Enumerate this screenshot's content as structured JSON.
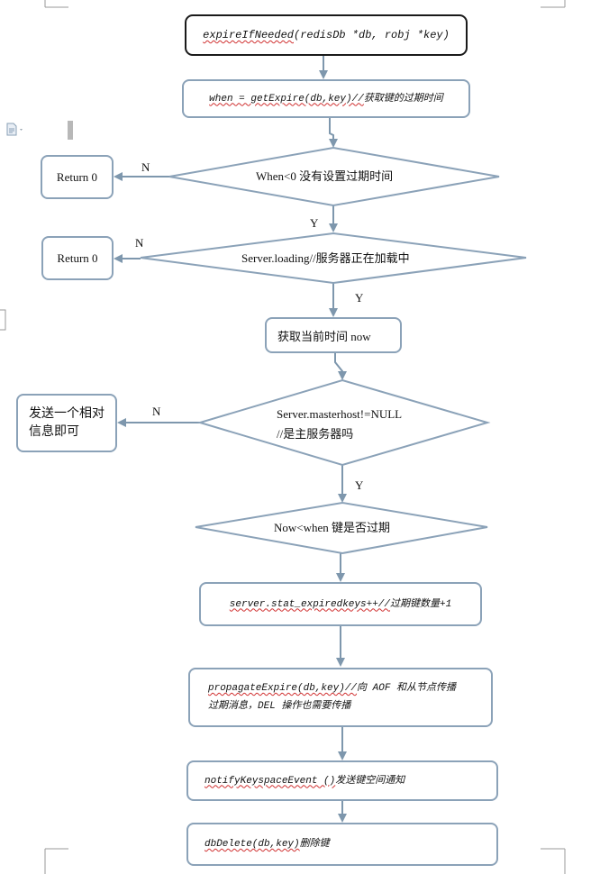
{
  "nodes": {
    "start": {
      "fn": "expireIfNeeded",
      "args": "(redisDb *db, robj *key)"
    },
    "get_expire": {
      "code": "when = getExpire(db,key)//",
      "comment": "获取键的过期时间"
    },
    "d_when": "When<0 没有设置过期时间",
    "return0_a": "Return 0",
    "d_loading": "Server.loading//服务器正在加载中",
    "return0_b": "Return 0",
    "now": "获取当前时间 now",
    "d_master_l1": "Server.masterhost!=NULL",
    "d_master_l2": "//是主服务器吗",
    "send_msg_l1": "发送一个相对",
    "send_msg_l2": "信息即可",
    "d_now_when": "Now<when 键是否过期",
    "stat": {
      "code": "server.stat_expiredkeys++//",
      "comment": "过期键数量+1"
    },
    "propagate": {
      "code": "propagateExpire(db,key)//",
      "comment1": "向 AOF 和从节点传播",
      "comment2": "过期消息，DEL 操作也需要传播"
    },
    "notify": {
      "code": "notifyKeyspaceEvent ()",
      "comment": "发送键空间通知"
    },
    "delete": {
      "code": "dbDelete(db,key)",
      "comment": "删除键"
    }
  },
  "edge_labels": {
    "n1": "N",
    "y1": "Y",
    "n2": "N",
    "y2": "Y",
    "n3": "N",
    "y3": "Y"
  }
}
